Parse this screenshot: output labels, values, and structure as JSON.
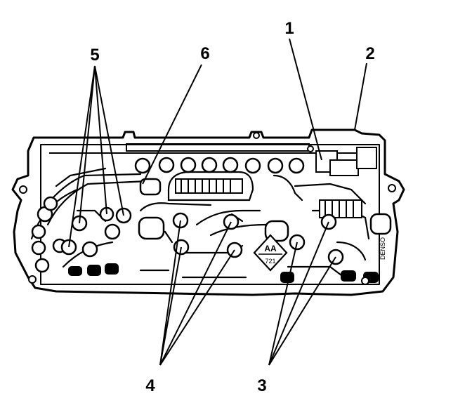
{
  "diagram": {
    "callouts": [
      {
        "id": "1",
        "label": "1"
      },
      {
        "id": "2",
        "label": "2"
      },
      {
        "id": "3",
        "label": "3"
      },
      {
        "id": "4",
        "label": "4"
      },
      {
        "id": "5",
        "label": "5"
      },
      {
        "id": "6",
        "label": "6"
      }
    ],
    "board_markings": {
      "code_top": "AA",
      "code_bottom": "721",
      "vertical_text": "DENSO"
    }
  }
}
